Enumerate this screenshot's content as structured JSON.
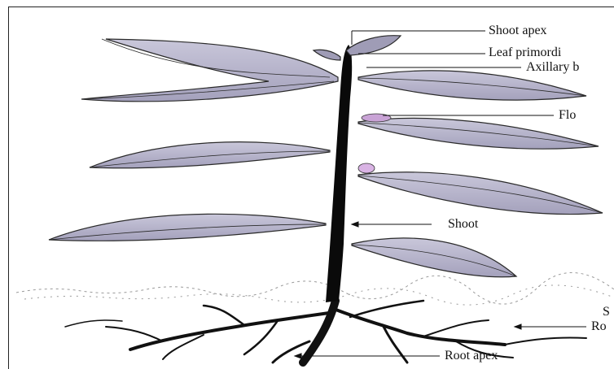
{
  "diagram": {
    "labels": {
      "shoot_apex": "Shoot apex",
      "leaf_primordia": "Leaf primordi",
      "axillary_bud": "Axillary b",
      "flower": "Flo",
      "shoot": "Shoot",
      "soil_partial": "S",
      "root_partial": "Ro",
      "root_apex": "Root apex"
    },
    "colors": {
      "leaf_fill": "#b8b6cc",
      "leaf_dark": "#8f8ca8",
      "stem": "#0a0a0a",
      "flower": "#c9a3d6",
      "line": "#111111"
    }
  }
}
